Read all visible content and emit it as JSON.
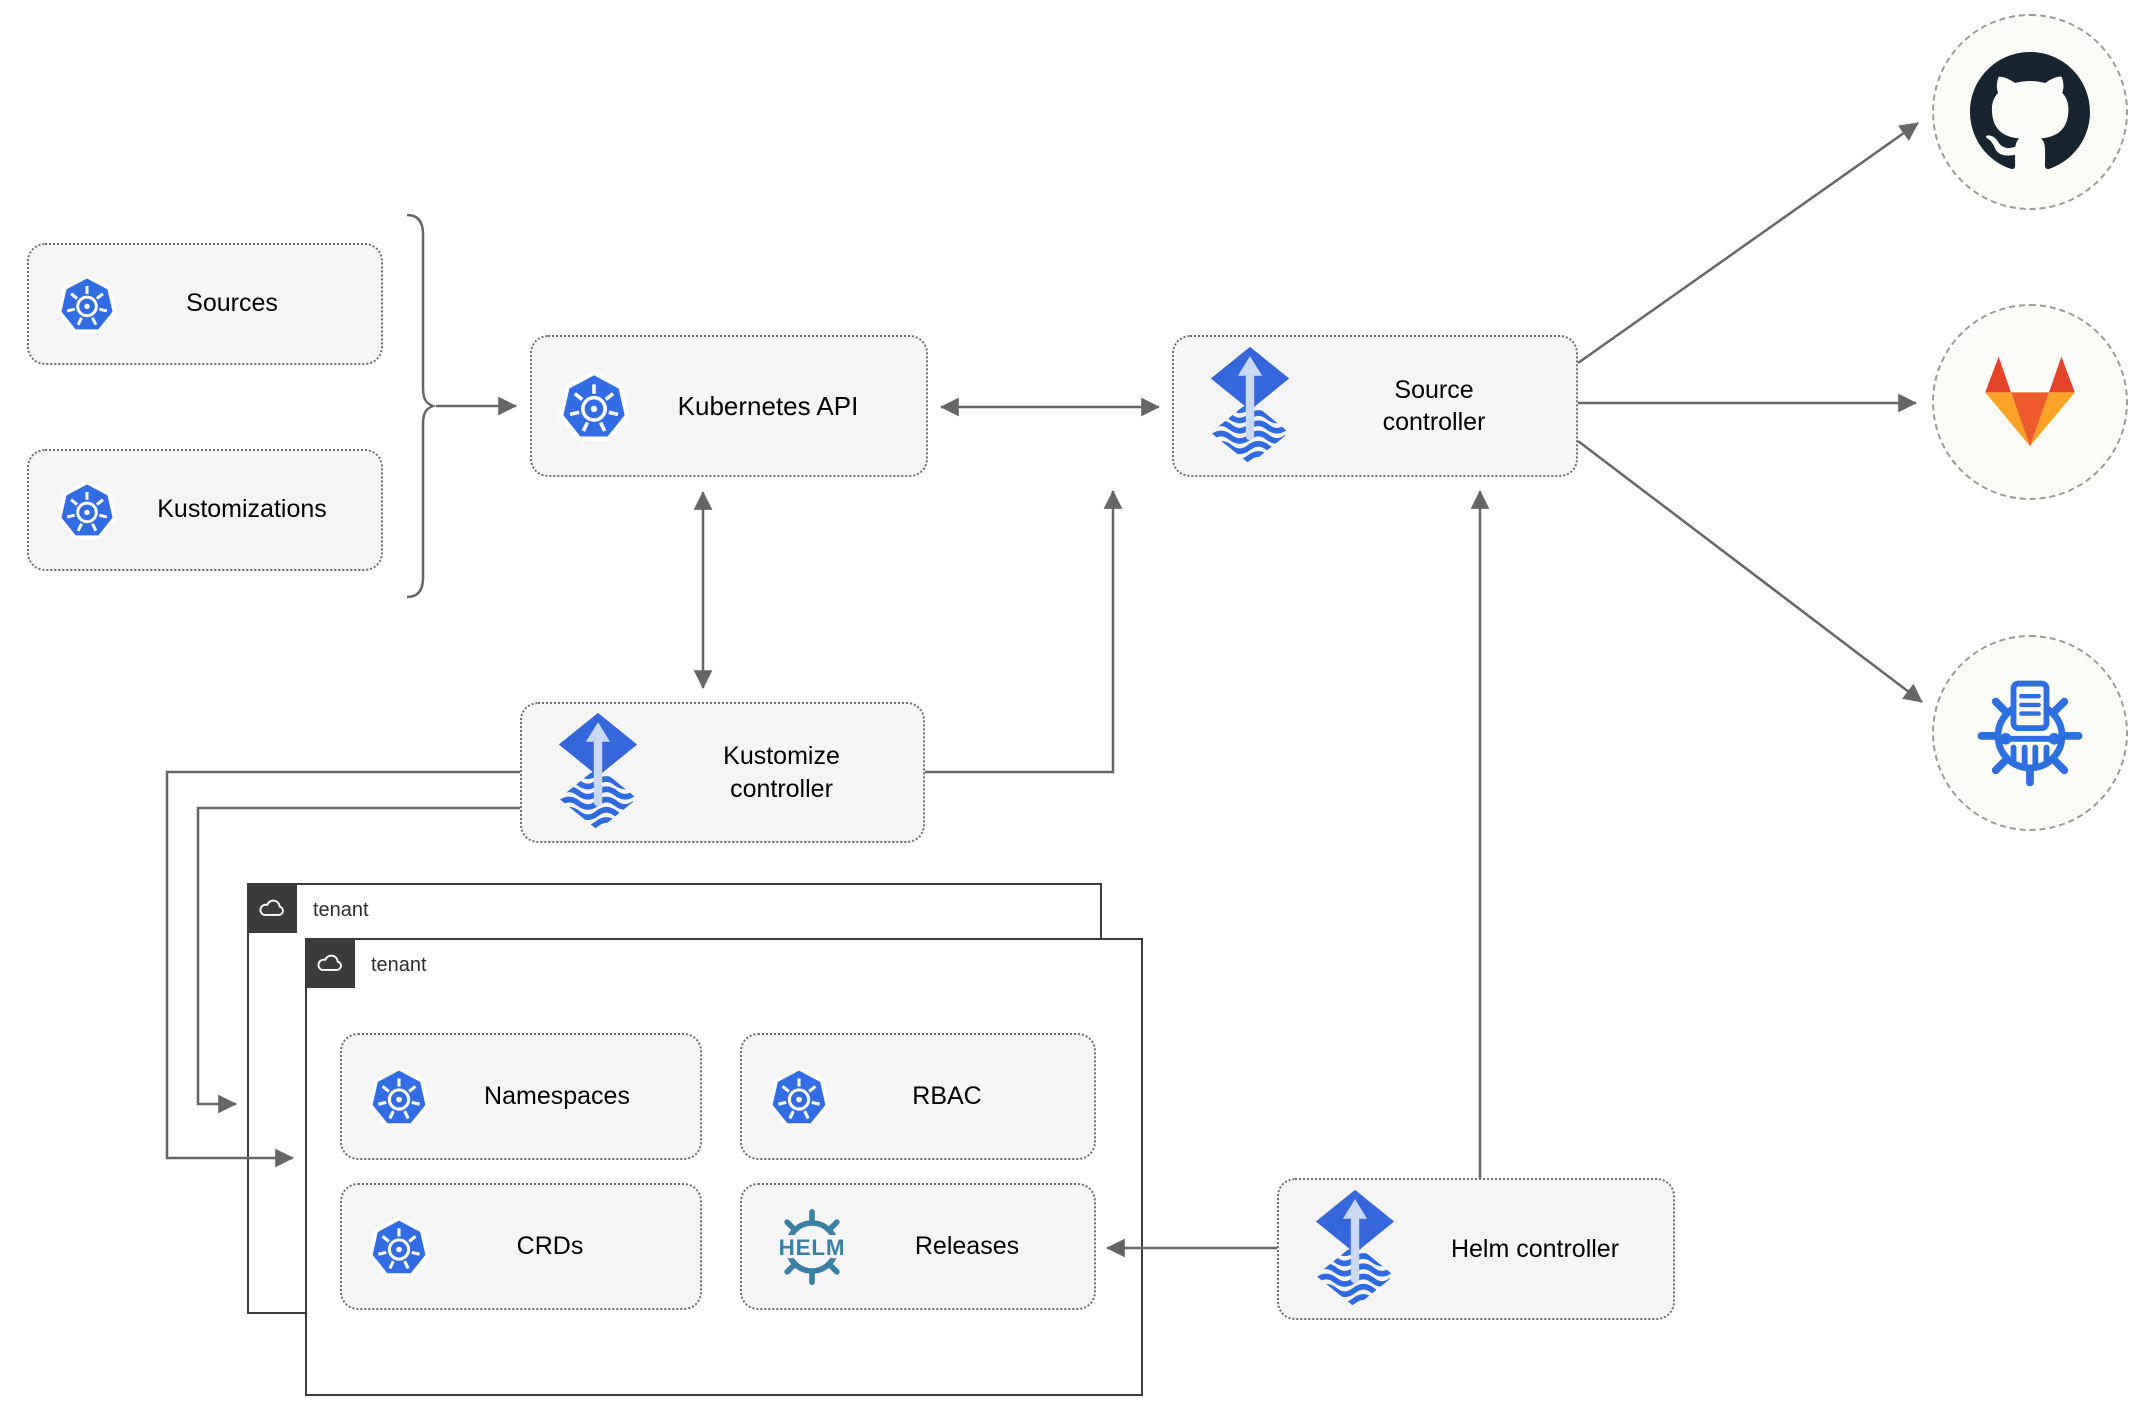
{
  "nodes": {
    "sources": {
      "label": "Sources",
      "icon": "kubernetes-icon"
    },
    "kustomizations": {
      "label": "Kustomizations",
      "icon": "kubernetes-icon"
    },
    "kubernetes_api": {
      "label": "Kubernetes API",
      "icon": "kubernetes-icon"
    },
    "source_controller": {
      "label": "Source controller",
      "icon": "flux-icon"
    },
    "kustomize_controller": {
      "label": "Kustomize controller",
      "icon": "flux-icon"
    },
    "helm_controller": {
      "label": "Helm controller",
      "icon": "flux-icon"
    },
    "namespaces": {
      "label": "Namespaces",
      "icon": "kubernetes-icon"
    },
    "rbac": {
      "label": "RBAC",
      "icon": "kubernetes-icon"
    },
    "crds": {
      "label": "CRDs",
      "icon": "kubernetes-icon"
    },
    "releases": {
      "label": "Releases",
      "icon": "helm-wheel-icon"
    }
  },
  "groups": {
    "tenant_outer": {
      "label": "tenant",
      "icon": "cloud-icon"
    },
    "tenant_inner": {
      "label": "tenant",
      "icon": "cloud-icon"
    }
  },
  "endpoints": {
    "github": {
      "icon": "github-octocat-icon"
    },
    "gitlab": {
      "icon": "gitlab-tanuki-icon"
    },
    "chart_repository": {
      "icon": "chart-museum-wheel-icon"
    }
  },
  "icon_text": {
    "helm_logo": "HELM"
  },
  "edges": [
    {
      "from": "sources+kustomizations",
      "to": "kubernetes_api",
      "type": "brace-arrow"
    },
    {
      "from": "kubernetes_api",
      "to": "source_controller",
      "type": "bidirectional"
    },
    {
      "from": "kubernetes_api",
      "to": "kustomize_controller",
      "type": "bidirectional"
    },
    {
      "from": "kustomize_controller",
      "to": "source_controller",
      "type": "arrow"
    },
    {
      "from": "kustomize_controller",
      "to": "tenant_outer",
      "type": "arrow"
    },
    {
      "from": "kustomize_controller",
      "to": "tenant_inner",
      "type": "arrow"
    },
    {
      "from": "helm_controller",
      "to": "source_controller",
      "type": "arrow"
    },
    {
      "from": "helm_controller",
      "to": "releases",
      "type": "arrow"
    },
    {
      "from": "source_controller",
      "to": "github",
      "type": "arrow"
    },
    {
      "from": "source_controller",
      "to": "gitlab",
      "type": "arrow"
    },
    {
      "from": "source_controller",
      "to": "chart_repository",
      "type": "arrow"
    }
  ],
  "colors": {
    "kubernetes_blue": "#326ce5",
    "flux_blue": "#3566dc",
    "flux_light_arrow": "#c9d8f5",
    "flux_wave_blue": "#2f6be0",
    "helm_teal": "#3a7fa5",
    "github_dark": "#182430",
    "gitlab_red": "#e24329",
    "gitlab_orange": "#ef5b2d",
    "gitlab_yellow": "#fca326",
    "line_gray": "#666666",
    "node_background": "#f5f5f5",
    "tenant_dark": "#3b3b3b"
  }
}
